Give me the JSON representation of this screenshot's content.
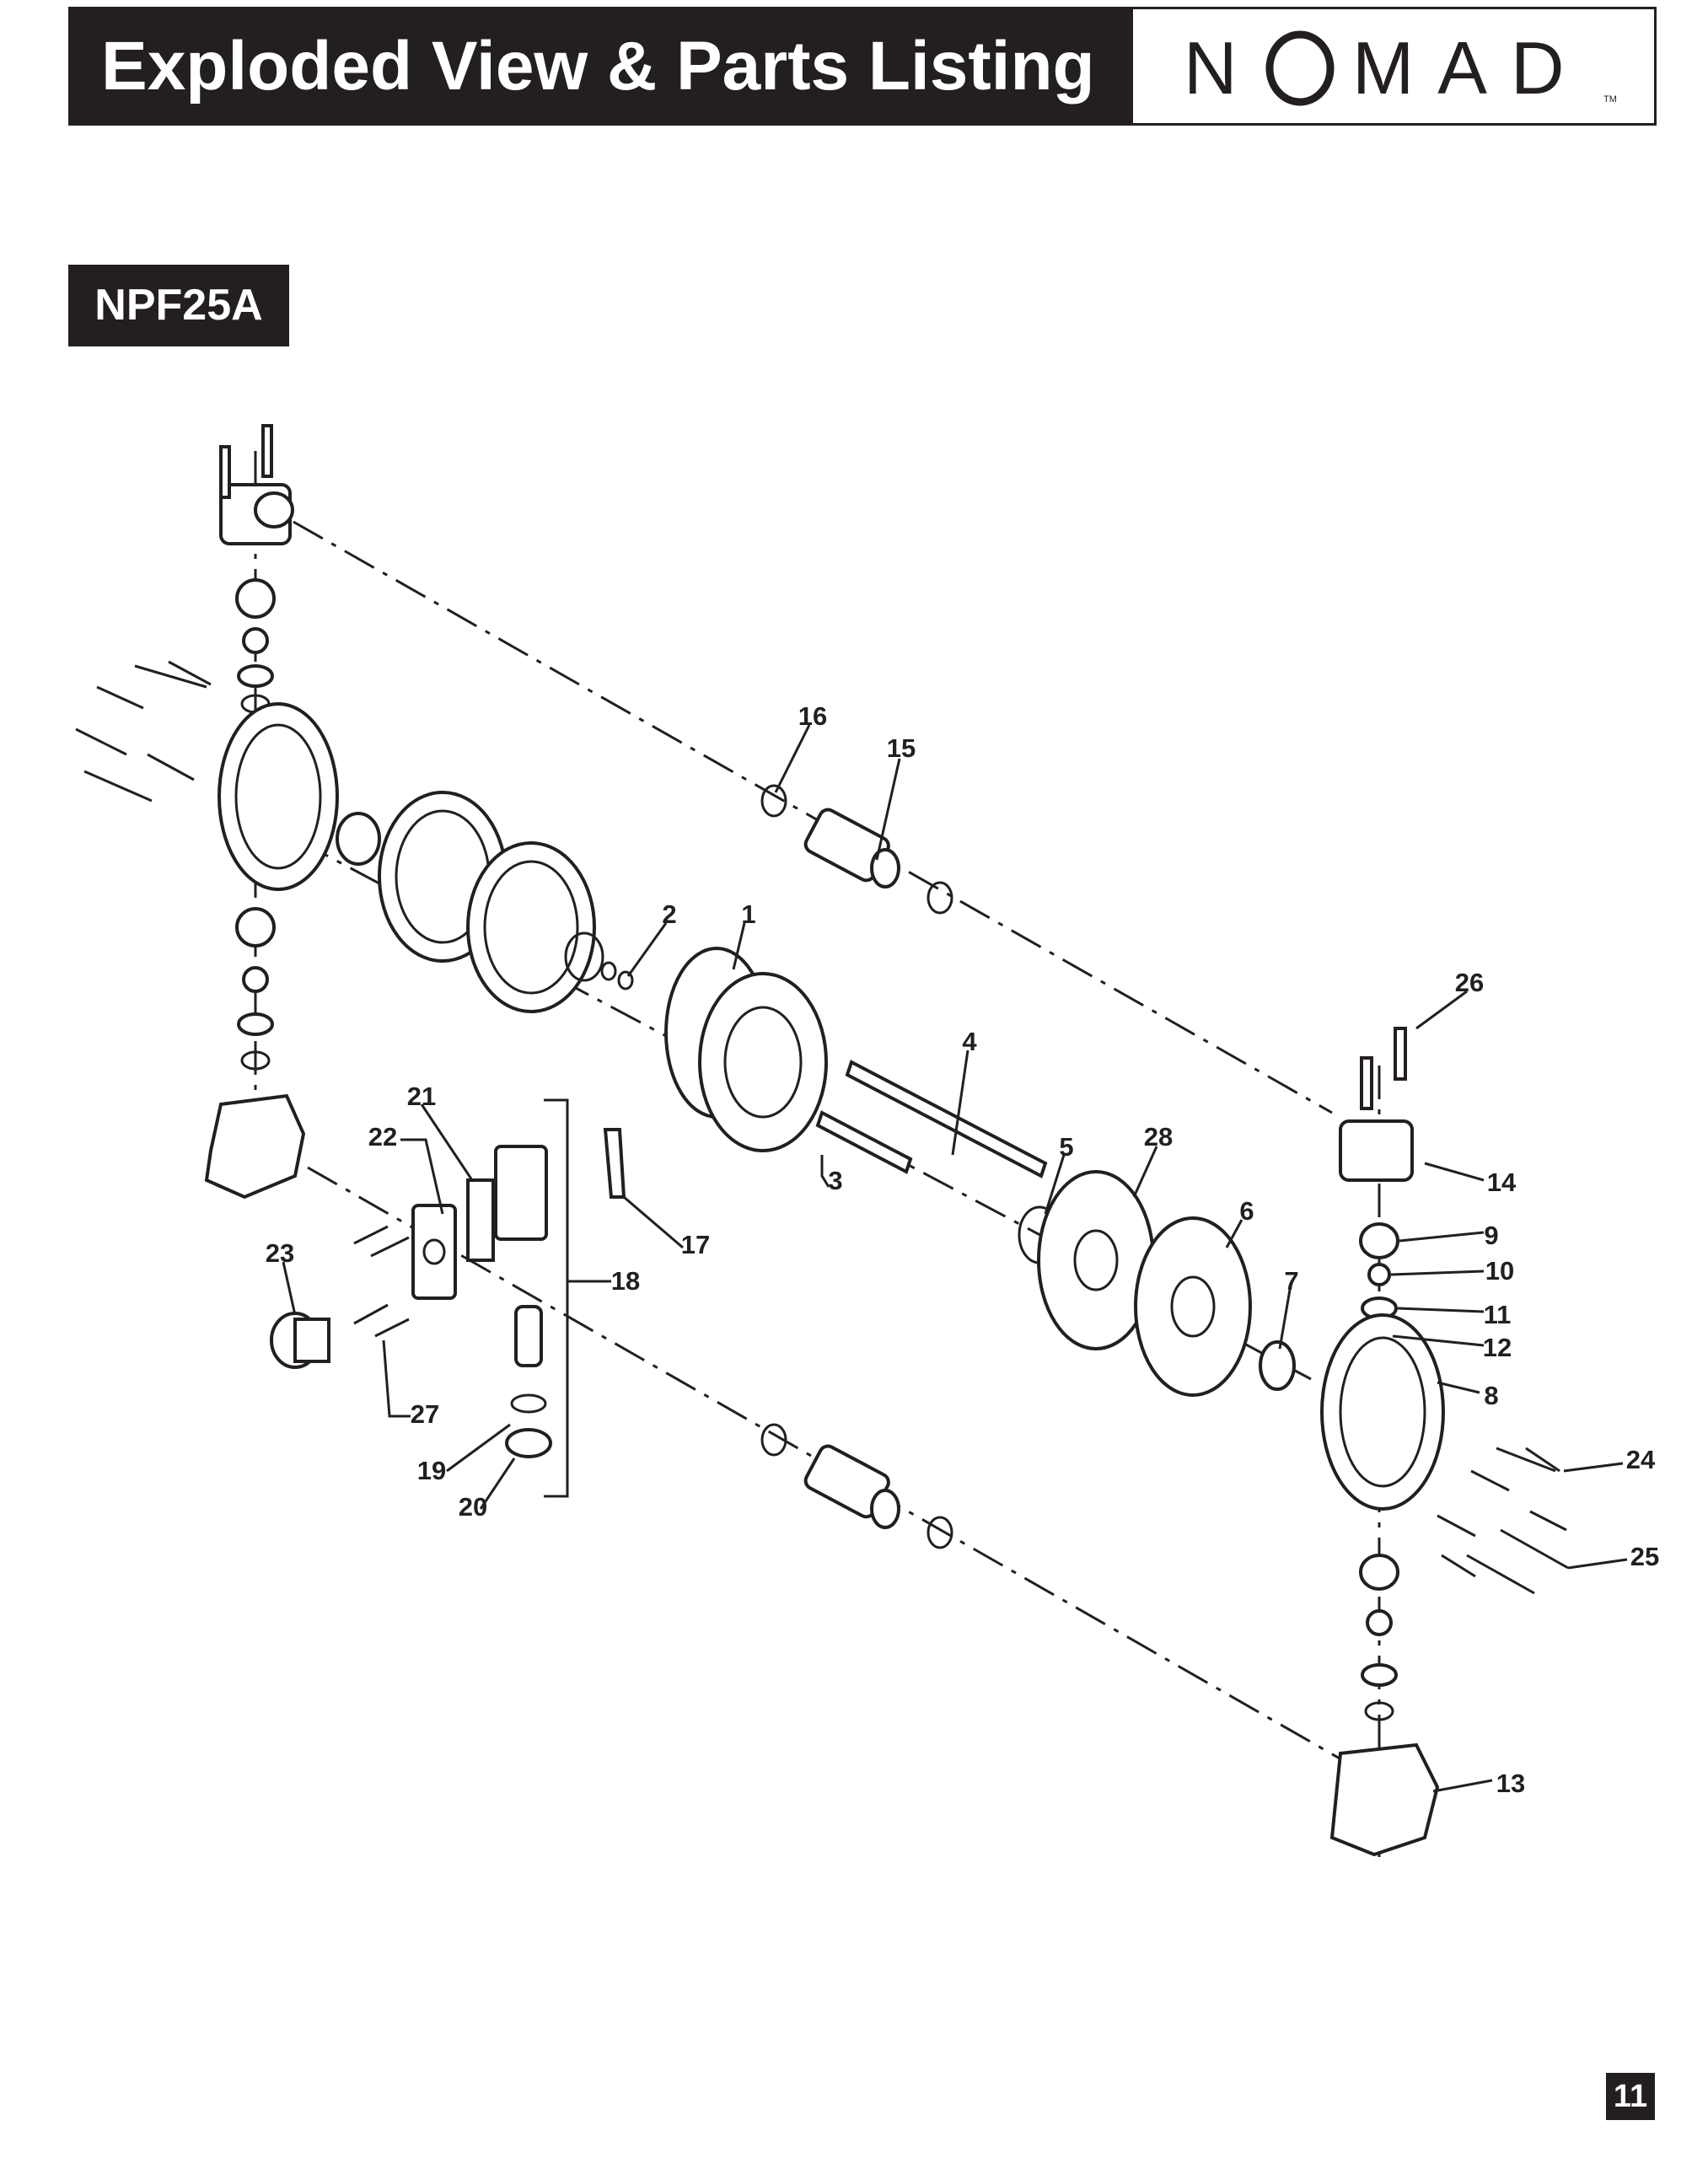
{
  "header": {
    "title": "Exploded View & Parts Listing",
    "logo_text": "NOMAD",
    "logo_tm": "TM"
  },
  "model": "NPF25A",
  "page_number": "11",
  "labels": {
    "l1": "1",
    "l2": "2",
    "l3": "3",
    "l4": "4",
    "l5": "5",
    "l6": "6",
    "l7": "7",
    "l8": "8",
    "l9": "9",
    "l10": "10",
    "l11": "11",
    "l12": "12",
    "l13": "13",
    "l14": "14",
    "l15": "15",
    "l16": "16",
    "l17": "17",
    "l18": "18",
    "l19": "19",
    "l20": "20",
    "l21": "21",
    "l22": "22",
    "l23": "23",
    "l24": "24",
    "l25": "25",
    "l26": "26",
    "l27": "27",
    "l28": "28"
  }
}
